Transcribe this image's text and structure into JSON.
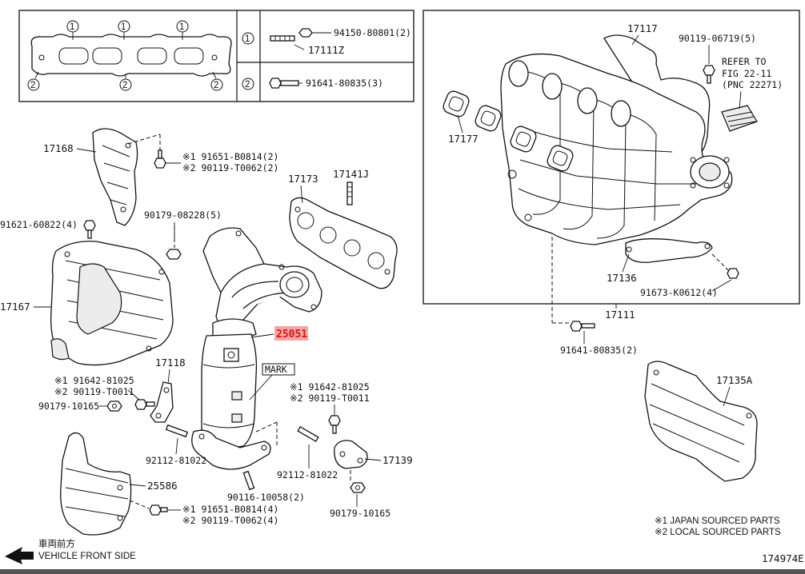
{
  "legend_table": {
    "row1": {
      "marker": "1",
      "part_a": "94150-80801(2)",
      "part_b": "17111Z"
    },
    "row2": {
      "marker": "2",
      "part_a": "91641-80835(3)"
    },
    "gasket_markers": [
      "1",
      "1",
      "1",
      "2",
      "2",
      "2"
    ]
  },
  "intake": {
    "p17117": "17117",
    "p90119_06719": "90119-06719(5)",
    "refer_line1": "REFER TO",
    "refer_line2": "FIG 22-11",
    "refer_line3": "(PNC 22271)",
    "p17177": "17177",
    "p17136": "17136",
    "p91673": "91673-K0612(4)",
    "p17111": "17111",
    "p91641_low": "91641-80835(2)"
  },
  "left": {
    "p17168": "17168",
    "p91651_top": "※1 91651-B0814(2)",
    "p90119_top": "※2 90119-T0062(2)",
    "p91621": "91621-60822(4)",
    "p90179_08228": "90179-08228(5)",
    "p17173": "17173",
    "p17141J": "17141J",
    "p17167": "17167",
    "p25051": "25051",
    "p17118": "17118",
    "p91642_left": "※1 91642-81025",
    "p90119_left": "※2 90119-T0011",
    "p90179_10165_left": "90179-10165",
    "mark": "MARK",
    "p91642_right": "※1 91642-81025",
    "p90119_right": "※2 90119-T0011",
    "p92112_left": "92112-81022",
    "p92112_right": "92112-81022",
    "p17139": "17139",
    "p25586": "25586",
    "p90116": "90116-10058(2)",
    "p90179_10165_bottom": "90179-10165",
    "p91651_bottom": "※1 91651-B0814(4)",
    "p90119_bottom": "※2 90119-T0062(4)",
    "p17135A": "17135A"
  },
  "footer": {
    "front_jp": "車両前方",
    "front_en": "VEHICLE FRONT SIDE",
    "note1": "※1 JAPAN SOURCED PARTS",
    "note2": "※2 LOCAL SOURCED PARTS",
    "fig_id": "174974E"
  },
  "colors": {
    "highlight_fill": "#f4a6a6",
    "highlight_text": "#d81414",
    "line": "#111111"
  }
}
